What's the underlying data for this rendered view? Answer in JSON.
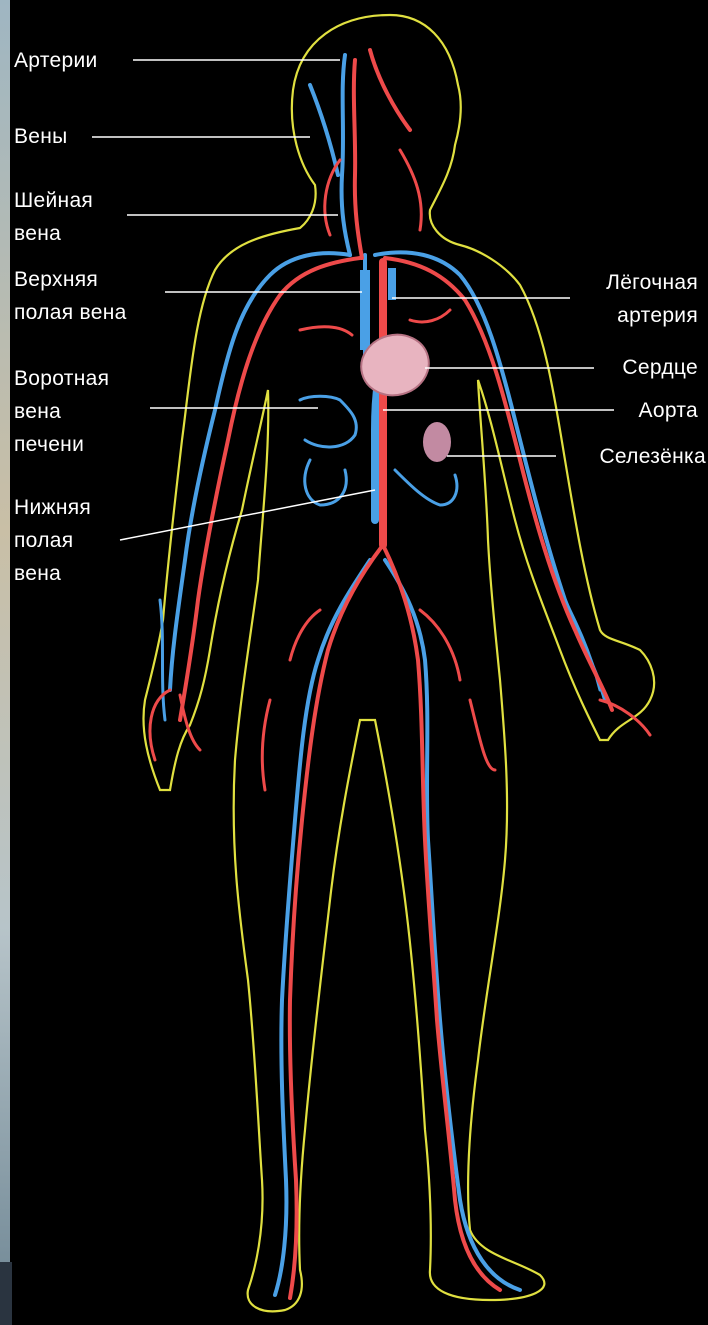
{
  "labels": {
    "arteries": "Артерии",
    "veins": "Вены",
    "jugular_vein": "Шейная\nвена",
    "superior_vena_cava": "Верхняя\nполая вена",
    "portal_vein": "Воротная\nвена\nпечени",
    "inferior_vena_cava": "Нижняя\nполая\nвена",
    "pulmonary_artery": "Лёгочная\nартерия",
    "heart": "Сердце",
    "aorta": "Аорта",
    "spleen": "Селезёнка"
  },
  "colors": {
    "background": "#000000",
    "body_outline": "#e0e040",
    "artery": "#ee4a4a",
    "vein": "#4aa0e6",
    "label_text": "#ffffff",
    "leader_line": "#ffffff",
    "heart": "#e8b4c0"
  }
}
